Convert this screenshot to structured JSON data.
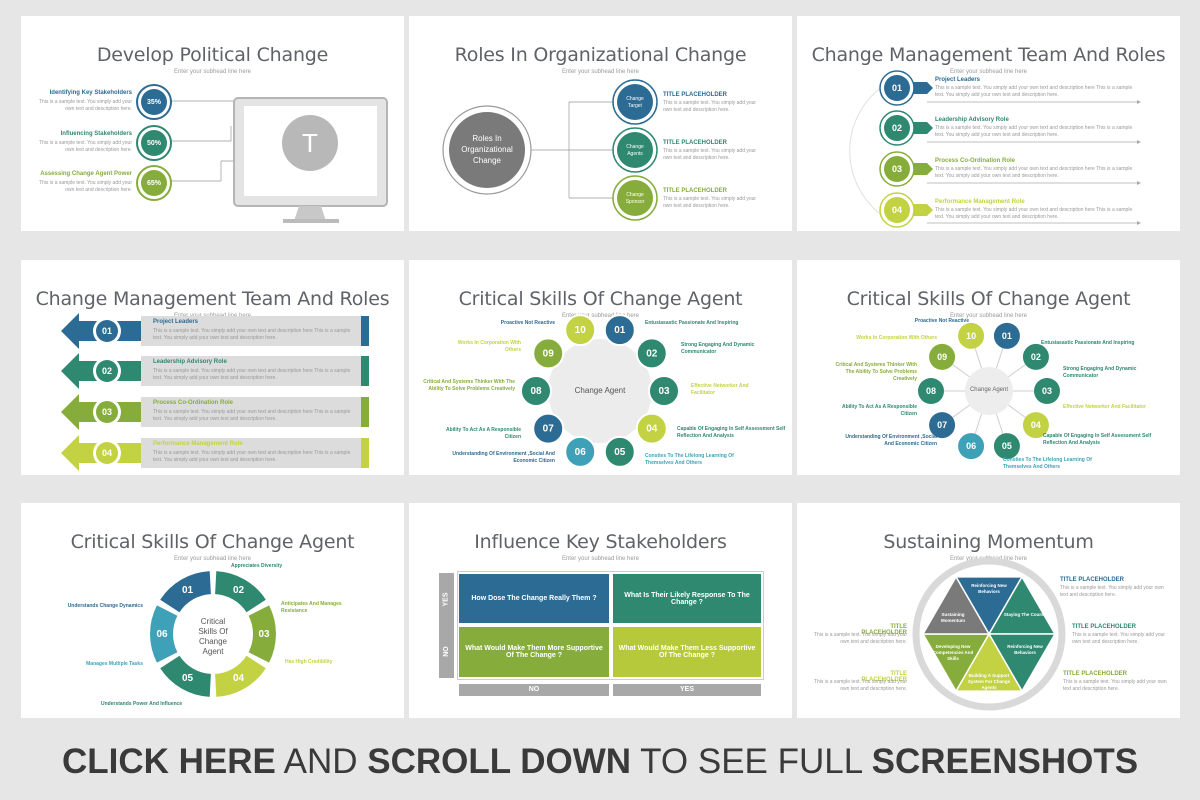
{
  "subhead": "Enter your subhead line here",
  "sample_text": "This is a sample text. You simply add your own text and description here.",
  "sample_text_long": "This is a sample text. You simply add your own text and description here This is a sample text. You simply add your own text and description here.",
  "colors": {
    "blue": "#2c6b93",
    "teal": "#2f8870",
    "green": "#86ad3b",
    "lime": "#c3d242",
    "grey": "#7a7a7a",
    "cyan": "#3fa1b8"
  },
  "s1": {
    "title": "Develop Political Change",
    "items": [
      {
        "label": "Identifying Key Stakeholders",
        "pct": "35%"
      },
      {
        "label": "Influencing Stakeholders",
        "pct": "50%"
      },
      {
        "label": "Assessing Change Agent Power",
        "pct": "65%"
      }
    ],
    "monitor_letter": "T"
  },
  "s2": {
    "title": "Roles In Organizational Change",
    "center": [
      "Roles In",
      "Organizational",
      "Change"
    ],
    "nodes": [
      [
        "Change",
        "Target"
      ],
      [
        "Change",
        "Agents"
      ],
      [
        "Change",
        "Sponsor"
      ]
    ],
    "placeholder": "TITLE PLACEHOLDER"
  },
  "s3": {
    "title": "Change Management Team And Roles",
    "items": [
      {
        "num": "01",
        "label": "Project Leaders"
      },
      {
        "num": "02",
        "label": "Leadership Advisory Role"
      },
      {
        "num": "03",
        "label": "Process Co-Ordination Role"
      },
      {
        "num": "04",
        "label": "Performance Management Role"
      }
    ]
  },
  "s4": {
    "title": "Change Management Team And Roles"
  },
  "s5": {
    "title": "Critical Skills Of Change Agent",
    "center": "Change Agent",
    "labels": [
      "Proactive Not Reactive",
      "Entusiasastic Passionate And Inspiring",
      "Strong Engaging And Dynamic Communicator",
      "Effective Networker And Facilitator",
      "Capable Of Engaging In Self Assessment Self Reflection And Analysis",
      "Consties To The Lifelong Learning Of Themselves And Others",
      "Understanding Of Environment ,Social And Economic Citizen",
      "Ability To Act As A Responsible Citizen",
      "Critical And Systems Thinker With The Ability To Solve Problems Creatively",
      "Works In Corporation With Others"
    ],
    "nums": [
      "01",
      "02",
      "03",
      "04",
      "05",
      "06",
      "07",
      "08",
      "09",
      "10"
    ]
  },
  "s6": {
    "title": "Critical Skills Of Change Agent",
    "center": "Change Agent"
  },
  "s7": {
    "title": "Critical Skills Of Change Agent",
    "center": [
      "Critical",
      "Skills Of",
      "Change",
      "Agent"
    ],
    "labels": [
      "Understands Change Dynamics",
      "Appreciates Diversity",
      "Anticipates And Manages Resistance",
      "Has High Credibility",
      "Understands Power And Influence",
      "Manages Multiple Tasks"
    ],
    "nums": [
      "01",
      "02",
      "03",
      "04",
      "05",
      "06"
    ]
  },
  "s8": {
    "title": "Influence Key Stakeholders",
    "yes": "YES",
    "no": "NO",
    "cells": [
      "How Dose The Change Really Them ?",
      "What Is Their Likely Response To The Change ?",
      "What Would Make Them More Supportive Of The Change ?",
      "What Would Make Them Less Supportive Of The Change ?"
    ]
  },
  "s9": {
    "title": "Sustaining Momentum",
    "segments": [
      "Reinforcing New Behaviors",
      "Staying The Course",
      "Reinforcing New Behaviors",
      "Building A Support System For Change Agents",
      "Developing New Competencies And Skills",
      "Sustaining Momentum"
    ]
  },
  "footer": {
    "a": "CLICK HERE",
    "b": " AND ",
    "c": "SCROLL DOWN",
    "d": " TO SEE FULL ",
    "e": "SCREENSHOTS"
  }
}
